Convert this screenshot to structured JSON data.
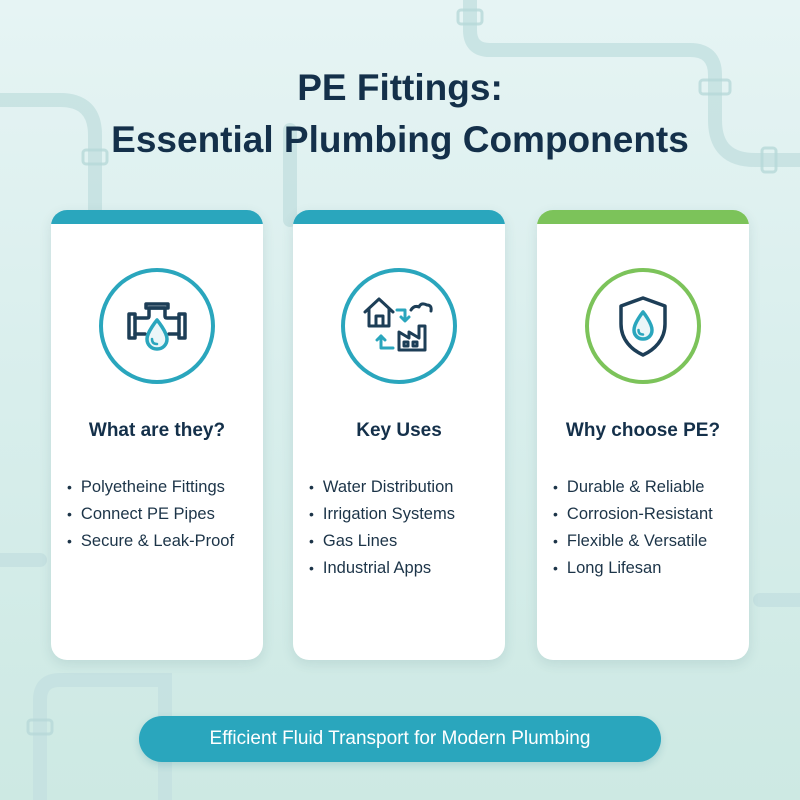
{
  "title": {
    "line1": "PE Fittings:",
    "line2": "Essential Plumbing Components"
  },
  "colors": {
    "teal_accent": "#2aa6bd",
    "green_accent": "#7cc35a",
    "dark_text": "#14304a"
  },
  "cards": [
    {
      "icon": "pipe-fitting-water-drop-icon",
      "heading": "What are they?",
      "items": [
        "Polyetheine Fittings",
        "Connect PE Pipes",
        "Secure & Leak-Proof"
      ]
    },
    {
      "icon": "house-factory-flow-icon",
      "heading": "Key Uses",
      "items": [
        "Water Distribution",
        "Irrigation Systems",
        "Gas Lines",
        "Industrial Apps"
      ]
    },
    {
      "icon": "shield-water-drop-icon",
      "heading": "Why choose PE?",
      "items": [
        "Durable & Reliable",
        "Corrosion-Resistant",
        "Flexible & Versatile",
        "Long Lifesan"
      ]
    }
  ],
  "footer": {
    "label": "Efficient Fluid Transport for Modern Plumbing"
  }
}
